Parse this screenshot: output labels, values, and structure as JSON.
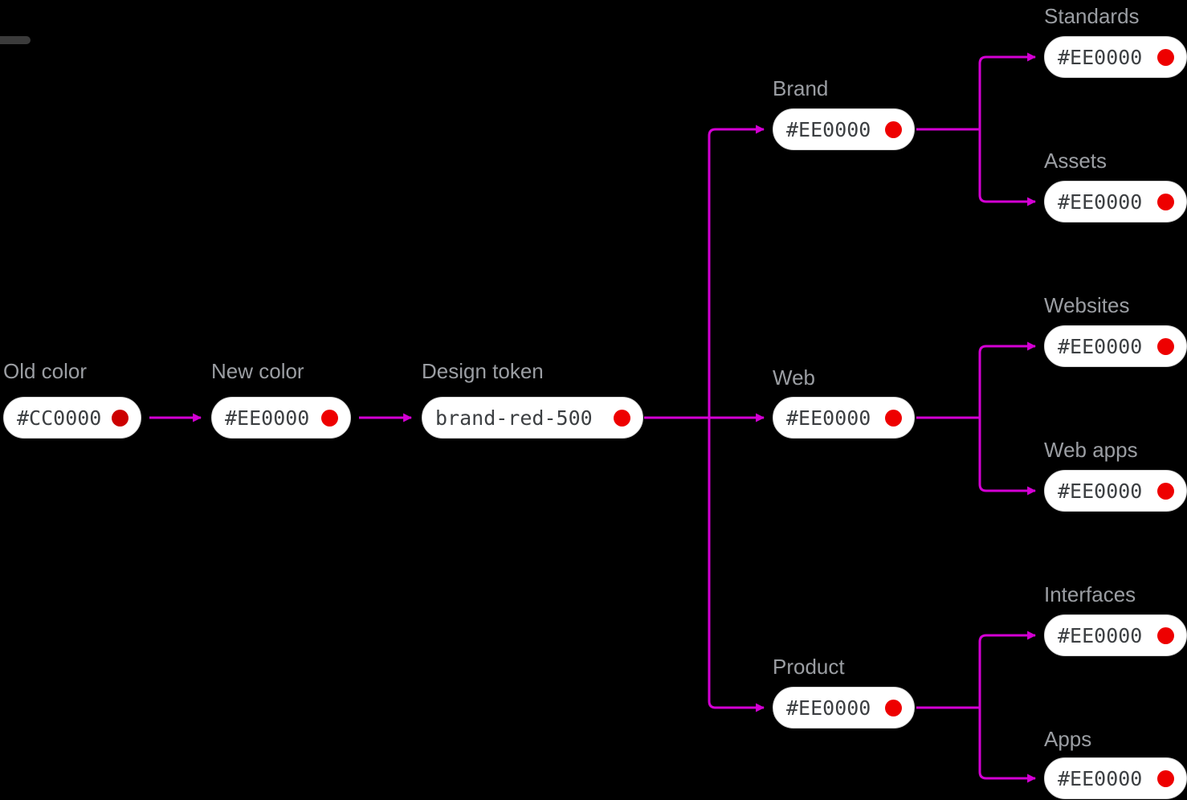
{
  "colors": {
    "background": "#000000",
    "connector": "#D400D4",
    "pill_background": "#FFFFFF",
    "pill_border": "#D5D5D5",
    "pill_text": "#3C3F42",
    "label_text": "#9B9EA3",
    "brand_red": "#EE0000",
    "old_red": "#CC0000"
  },
  "diagram": {
    "type": "flow-tree",
    "root_chain": [
      "old_color",
      "new_color",
      "design_token"
    ],
    "branches": {
      "design_token": [
        "brand",
        "web",
        "product"
      ],
      "brand": [
        "standards",
        "assets"
      ],
      "web": [
        "websites",
        "web_apps"
      ],
      "product": [
        "interfaces",
        "apps"
      ]
    }
  },
  "nodes": {
    "old_color": {
      "label": "Old color",
      "value": "#CC0000",
      "dot": "#CC0000"
    },
    "new_color": {
      "label": "New color",
      "value": "#EE0000",
      "dot": "#EE0000"
    },
    "design_token": {
      "label": "Design token",
      "value": "brand-red-500",
      "dot": "#EE0000"
    },
    "brand": {
      "label": "Brand",
      "value": "#EE0000",
      "dot": "#EE0000"
    },
    "web": {
      "label": "Web",
      "value": "#EE0000",
      "dot": "#EE0000"
    },
    "product": {
      "label": "Product",
      "value": "#EE0000",
      "dot": "#EE0000"
    },
    "standards": {
      "label": "Standards",
      "value": "#EE0000",
      "dot": "#EE0000"
    },
    "assets": {
      "label": "Assets",
      "value": "#EE0000",
      "dot": "#EE0000"
    },
    "websites": {
      "label": "Websites",
      "value": "#EE0000",
      "dot": "#EE0000"
    },
    "web_apps": {
      "label": "Web apps",
      "value": "#EE0000",
      "dot": "#EE0000"
    },
    "interfaces": {
      "label": "Interfaces",
      "value": "#EE0000",
      "dot": "#EE0000"
    },
    "apps": {
      "label": "Apps",
      "value": "#EE0000",
      "dot": "#EE0000"
    }
  }
}
